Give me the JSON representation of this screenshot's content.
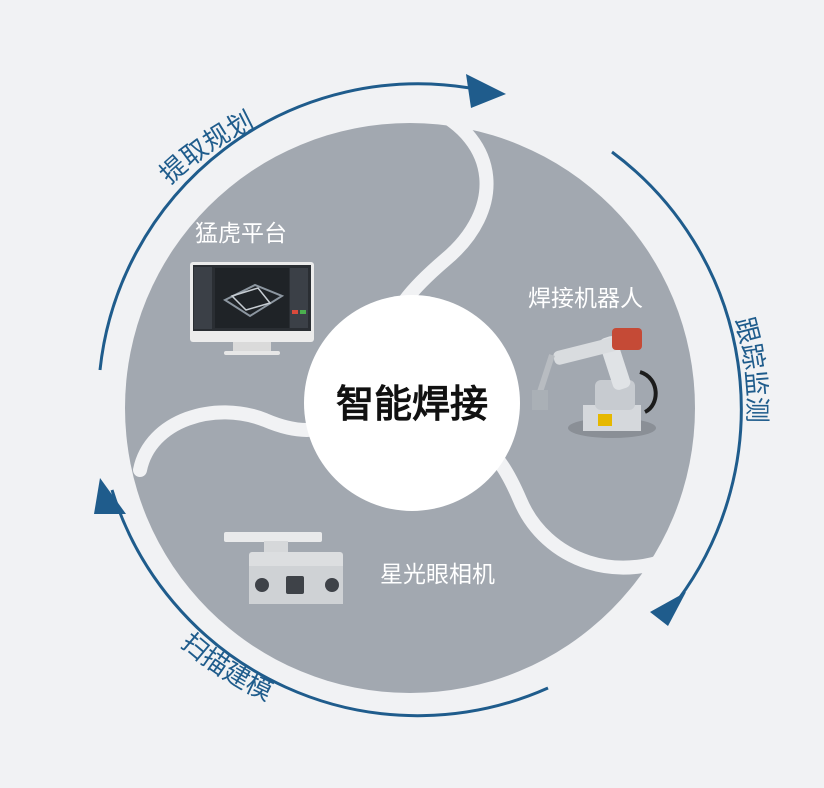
{
  "center": {
    "label": "智能焊接"
  },
  "segments": [
    {
      "label": "猛虎平台",
      "device": "monitor"
    },
    {
      "label": "焊接机器人",
      "device": "welding-robot"
    },
    {
      "label": "星光眼相机",
      "device": "camera"
    }
  ],
  "cycle": [
    {
      "label": "提取规划"
    },
    {
      "label": "跟踪监测"
    },
    {
      "label": "扫描建模"
    }
  ],
  "colors": {
    "background": "#f1f2f4",
    "segment_fill": "#a2a8b0",
    "center_fill": "#ffffff",
    "arrow": "#1f5c8c",
    "label_text": "#ffffff",
    "center_text": "#111111"
  }
}
